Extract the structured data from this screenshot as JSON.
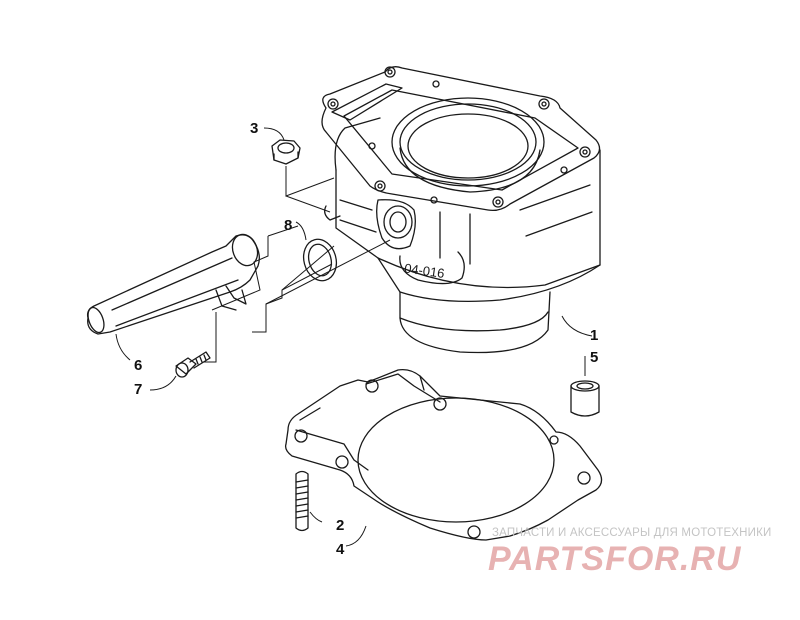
{
  "callouts": {
    "c1": "1",
    "c2": "2",
    "c3": "3",
    "c4": "4",
    "c5": "5",
    "c6": "6",
    "c7": "7",
    "c8": "8"
  },
  "casting_mark": "04-016",
  "watermark": {
    "tagline": "ЗАПЧАСТИ И АКСЕССУАРЫ ДЛЯ МОТОТЕХНИКИ",
    "logo": "PARTSFOR.RU",
    "logo_color": "#e7b2b2"
  },
  "colors": {
    "line": "#1a1a1a",
    "background": "#ffffff"
  }
}
